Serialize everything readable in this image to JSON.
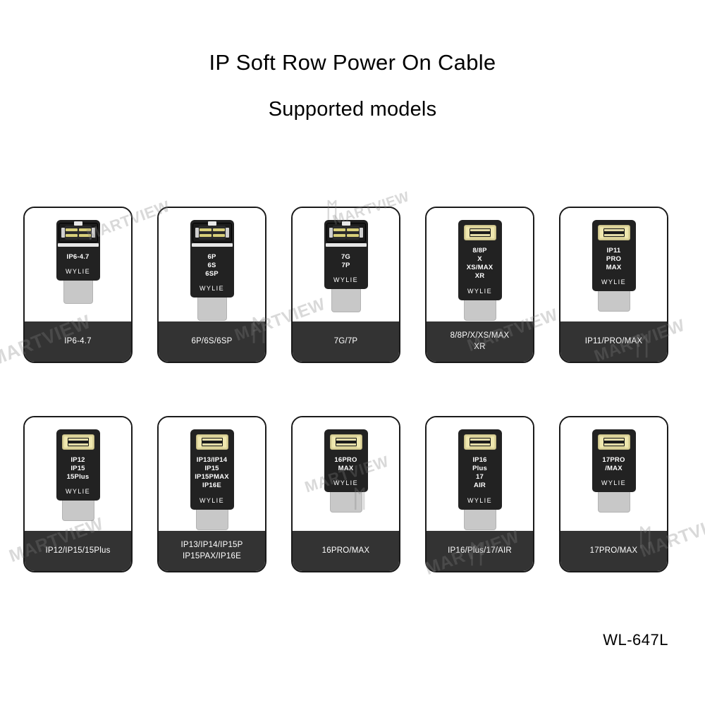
{
  "header": {
    "title": "IP Soft  Row Power On Cable",
    "subtitle": "Supported models"
  },
  "brand_on_cable": "WYLIE",
  "model_number": "WL-647L",
  "watermark": {
    "text": "MARTVIEW"
  },
  "colors": {
    "card_border": "#1a1a1a",
    "caption_bg": "#333333",
    "cable_body": "#222222",
    "connector_gold": "#ddd49a",
    "cable_tab": "#c8c8c8",
    "page_bg": "#ffffff"
  },
  "cards": [
    {
      "id": "ip6-4-7",
      "connector": "old",
      "cable_labels": [
        "IP6-4.7"
      ],
      "caption_lines": [
        "IP6-4.7"
      ]
    },
    {
      "id": "6p-6s-6sp",
      "connector": "old",
      "cable_labels": [
        "6P",
        "6S",
        "6SP"
      ],
      "caption_lines": [
        "6P/6S/6SP"
      ]
    },
    {
      "id": "7g-7p",
      "connector": "old",
      "cable_labels": [
        "7G",
        "7P"
      ],
      "caption_lines": [
        "7G/7P"
      ]
    },
    {
      "id": "8-8p-x-xs-max-xr",
      "connector": "new",
      "cable_labels": [
        "8/8P",
        "X",
        "XS/MAX",
        "XR"
      ],
      "caption_lines": [
        "8/8P/X/XS/MAX",
        "XR"
      ]
    },
    {
      "id": "ip11-pro-max",
      "connector": "new",
      "cable_labels": [
        "IP11",
        "PRO",
        "MAX"
      ],
      "caption_lines": [
        "IP11/PRO/MAX"
      ]
    },
    {
      "id": "ip12-ip15-15plus",
      "connector": "new",
      "cable_labels": [
        "IP12",
        "IP15",
        "15Plus"
      ],
      "caption_lines": [
        "IP12/IP15/15Plus"
      ]
    },
    {
      "id": "ip13-ip14-ip15p",
      "connector": "new",
      "cable_labels": [
        "IP13/IP14",
        "IP15",
        "IP15PMAX",
        "IP16E"
      ],
      "caption_lines": [
        "IP13/IP14/IP15P",
        "IP15PAX/IP16E"
      ]
    },
    {
      "id": "16pro-max",
      "connector": "new",
      "cable_labels": [
        "16PRO",
        "MAX"
      ],
      "caption_lines": [
        "16PRO/MAX"
      ]
    },
    {
      "id": "ip16-plus-17-air",
      "connector": "new",
      "cable_labels": [
        "IP16",
        "Plus",
        "17",
        "AIR"
      ],
      "caption_lines": [
        "IP16/Plus/17/AIR"
      ]
    },
    {
      "id": "17pro-max",
      "connector": "new",
      "cable_labels": [
        "17PRO",
        "/MAX"
      ],
      "caption_lines": [
        "17PRO/MAX"
      ]
    }
  ]
}
